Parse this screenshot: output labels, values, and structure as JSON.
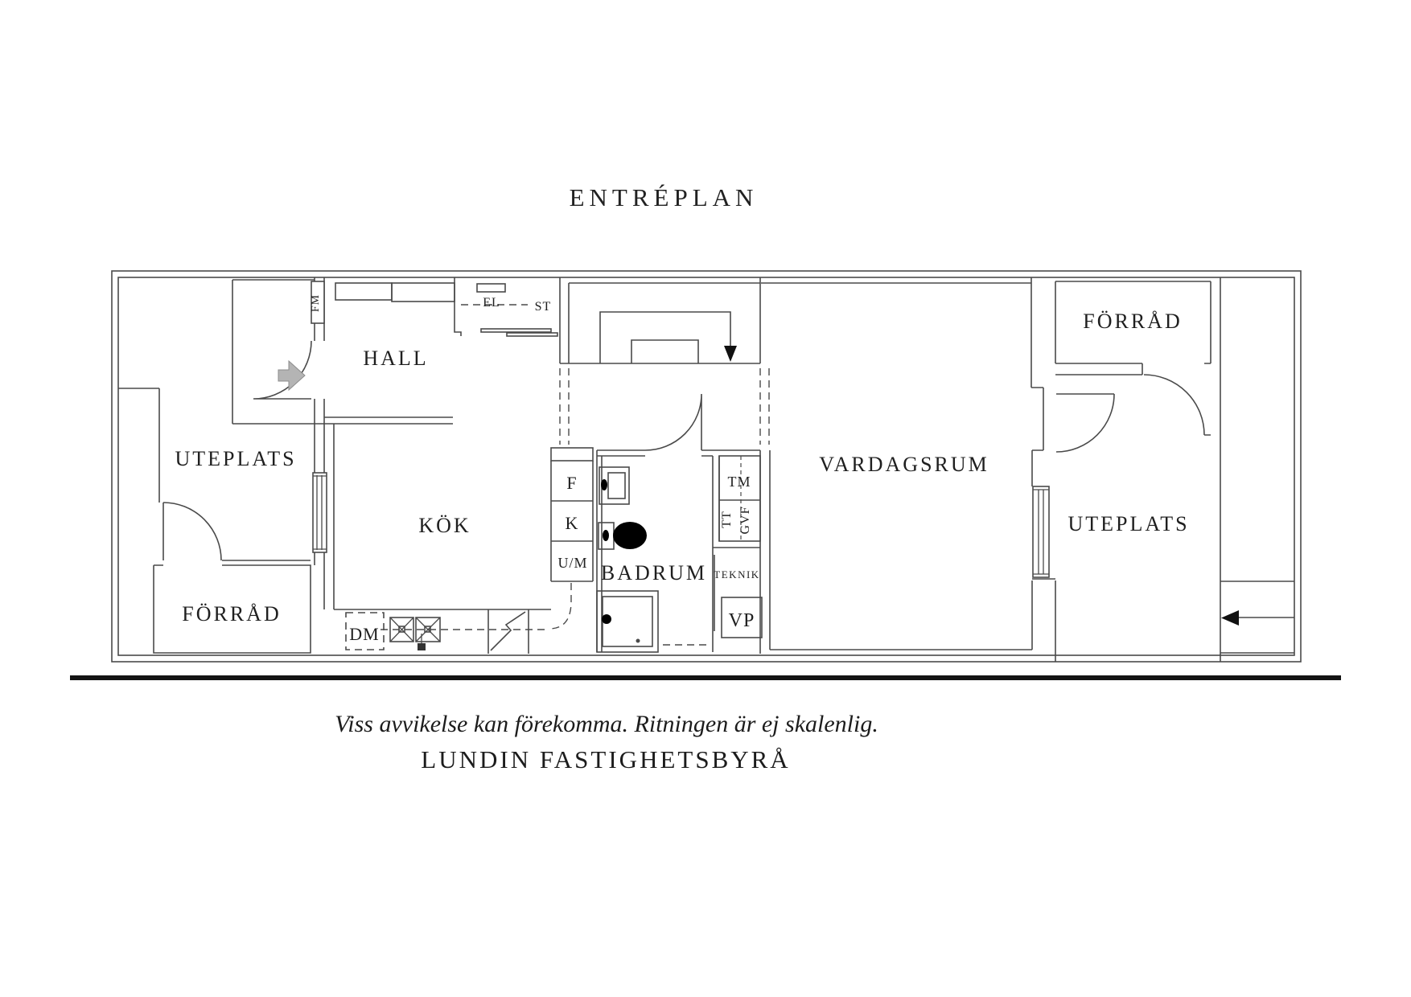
{
  "title": "ENTRÉPLAN",
  "plan": {
    "rooms": {
      "hall": "HALL",
      "kok": "KÖK",
      "badrum": "BADRUM",
      "vardagsrum": "VARDAGSRUM",
      "uteplats_left": "UTEPLATS",
      "uteplats_right": "UTEPLATS",
      "forrad_left": "FÖRRÅD",
      "forrad_right": "FÖRRÅD"
    },
    "fixtures": {
      "fm": "FM",
      "el": "EL",
      "st": "ST",
      "f": "F",
      "k": "K",
      "um": "U/M",
      "dm": "DM",
      "tm": "TM",
      "tt": "TT",
      "gvf": "GVF",
      "teknik": "TEKNIK",
      "vp": "VP"
    }
  },
  "footer": {
    "disclaimer": "Viss avvikelse kan förekomma. Ritningen är ej skalenlig.",
    "agency": "LUNDIN FASTIGHETSBYRÅ"
  },
  "colors": {
    "wall": "#4a4a4a",
    "text": "#1f1f1f",
    "entry_arrow": "#b4b4b4",
    "stair_arrow": "#111111",
    "rule": "#141414",
    "background": "#ffffff"
  }
}
